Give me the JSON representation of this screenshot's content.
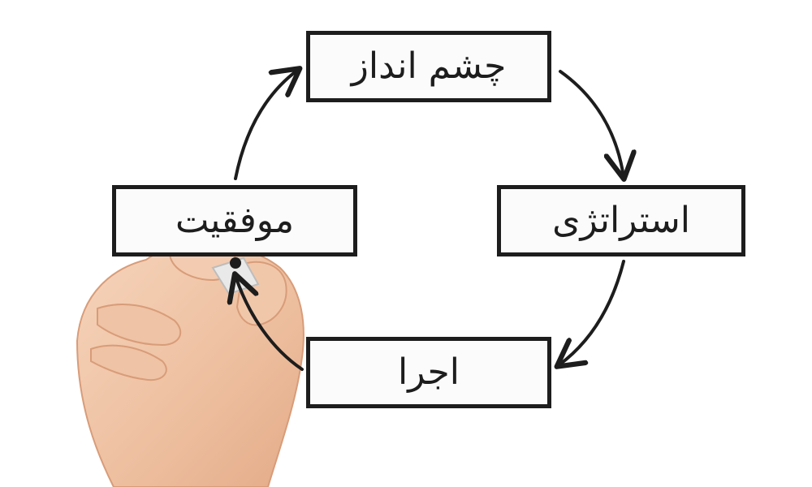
{
  "diagram": {
    "steps": [
      {
        "id": "top",
        "label": "چشم انداز"
      },
      {
        "id": "right",
        "label": "استراتژی"
      },
      {
        "id": "bottom",
        "label": "اجرا"
      },
      {
        "id": "left",
        "label": "موفقیت"
      }
    ]
  },
  "colors": {
    "ink": "#1d1d1d",
    "skin": "#f2c6a6",
    "marker_cap": "#e9e9e9"
  },
  "icons": {
    "hand": "hand-holding-marker-icon"
  }
}
